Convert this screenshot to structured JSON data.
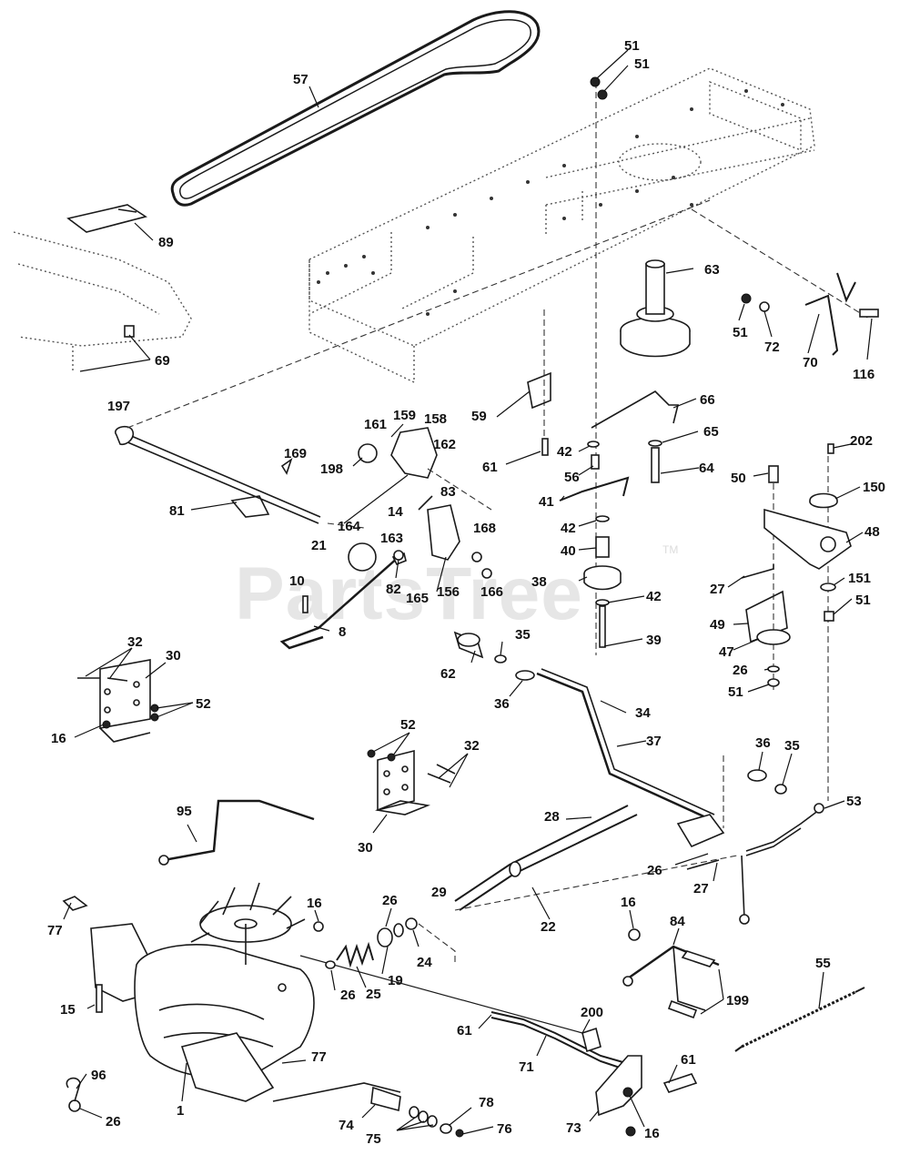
{
  "watermark": {
    "text": "PartsTree",
    "mark": "TM"
  },
  "callouts": [
    {
      "id": "c57",
      "text": "57"
    },
    {
      "id": "c51a",
      "text": "51"
    },
    {
      "id": "c51b",
      "text": "51"
    },
    {
      "id": "c89",
      "text": "89"
    },
    {
      "id": "c69",
      "text": "69"
    },
    {
      "id": "c63",
      "text": "63"
    },
    {
      "id": "c51c",
      "text": "51"
    },
    {
      "id": "c72",
      "text": "72"
    },
    {
      "id": "c70",
      "text": "70"
    },
    {
      "id": "c116",
      "text": "116"
    },
    {
      "id": "c197",
      "text": "197"
    },
    {
      "id": "c66",
      "text": "66"
    },
    {
      "id": "c59",
      "text": "59"
    },
    {
      "id": "c161",
      "text": "161"
    },
    {
      "id": "c159",
      "text": "159"
    },
    {
      "id": "c158",
      "text": "158"
    },
    {
      "id": "c65",
      "text": "65"
    },
    {
      "id": "c202",
      "text": "202"
    },
    {
      "id": "c169",
      "text": "169"
    },
    {
      "id": "c162",
      "text": "162"
    },
    {
      "id": "c198",
      "text": "198"
    },
    {
      "id": "c42a",
      "text": "42"
    },
    {
      "id": "c61a",
      "text": "61"
    },
    {
      "id": "c56",
      "text": "56"
    },
    {
      "id": "c64",
      "text": "64"
    },
    {
      "id": "c50",
      "text": "50"
    },
    {
      "id": "c150",
      "text": "150"
    },
    {
      "id": "c81",
      "text": "81"
    },
    {
      "id": "c14",
      "text": "14"
    },
    {
      "id": "c83",
      "text": "83"
    },
    {
      "id": "c164",
      "text": "164"
    },
    {
      "id": "c41",
      "text": "41"
    },
    {
      "id": "c168",
      "text": "168"
    },
    {
      "id": "c42b",
      "text": "42"
    },
    {
      "id": "c48",
      "text": "48"
    },
    {
      "id": "c163",
      "text": "163"
    },
    {
      "id": "c21",
      "text": "21"
    },
    {
      "id": "c40",
      "text": "40"
    },
    {
      "id": "c27a",
      "text": "27"
    },
    {
      "id": "c151",
      "text": "151"
    },
    {
      "id": "c10",
      "text": "10"
    },
    {
      "id": "c82",
      "text": "82"
    },
    {
      "id": "c165",
      "text": "165"
    },
    {
      "id": "c156",
      "text": "156"
    },
    {
      "id": "c166",
      "text": "166"
    },
    {
      "id": "c38",
      "text": "38"
    },
    {
      "id": "c42c",
      "text": "42"
    },
    {
      "id": "c51d",
      "text": "51"
    },
    {
      "id": "c8",
      "text": "8"
    },
    {
      "id": "c49",
      "text": "49"
    },
    {
      "id": "c32a",
      "text": "32"
    },
    {
      "id": "c35a",
      "text": "35"
    },
    {
      "id": "c39",
      "text": "39"
    },
    {
      "id": "c47",
      "text": "47"
    },
    {
      "id": "c30a",
      "text": "30"
    },
    {
      "id": "c62",
      "text": "62"
    },
    {
      "id": "c52a",
      "text": "52"
    },
    {
      "id": "c36a",
      "text": "36"
    },
    {
      "id": "c26a",
      "text": "26"
    },
    {
      "id": "c16a",
      "text": "16"
    },
    {
      "id": "c51e",
      "text": "51"
    },
    {
      "id": "c34",
      "text": "34"
    },
    {
      "id": "c52b",
      "text": "52"
    },
    {
      "id": "c32b",
      "text": "32"
    },
    {
      "id": "c37",
      "text": "37"
    },
    {
      "id": "c36b",
      "text": "36"
    },
    {
      "id": "c35b",
      "text": "35"
    },
    {
      "id": "c53",
      "text": "53"
    },
    {
      "id": "c95",
      "text": "95"
    },
    {
      "id": "c28",
      "text": "28"
    },
    {
      "id": "c30b",
      "text": "30"
    },
    {
      "id": "c26b",
      "text": "26"
    },
    {
      "id": "c29",
      "text": "29"
    },
    {
      "id": "c27b",
      "text": "27"
    },
    {
      "id": "c16b",
      "text": "16"
    },
    {
      "id": "c26c",
      "text": "26"
    },
    {
      "id": "c22",
      "text": "22"
    },
    {
      "id": "c16c",
      "text": "16"
    },
    {
      "id": "c84",
      "text": "84"
    },
    {
      "id": "c77a",
      "text": "77"
    },
    {
      "id": "c24",
      "text": "24"
    },
    {
      "id": "c55",
      "text": "55"
    },
    {
      "id": "c19",
      "text": "19"
    },
    {
      "id": "c26d",
      "text": "26"
    },
    {
      "id": "c25",
      "text": "25"
    },
    {
      "id": "c15",
      "text": "15"
    },
    {
      "id": "c199",
      "text": "199"
    },
    {
      "id": "c200",
      "text": "200"
    },
    {
      "id": "c61b",
      "text": "61"
    },
    {
      "id": "c77b",
      "text": "77"
    },
    {
      "id": "c61c",
      "text": "61"
    },
    {
      "id": "c71",
      "text": "71"
    },
    {
      "id": "c96",
      "text": "96"
    },
    {
      "id": "c1",
      "text": "1"
    },
    {
      "id": "c26e",
      "text": "26"
    },
    {
      "id": "c78",
      "text": "78"
    },
    {
      "id": "c74",
      "text": "74"
    },
    {
      "id": "c75",
      "text": "75"
    },
    {
      "id": "c76",
      "text": "76"
    },
    {
      "id": "c73",
      "text": "73"
    },
    {
      "id": "c16d",
      "text": "16"
    }
  ]
}
